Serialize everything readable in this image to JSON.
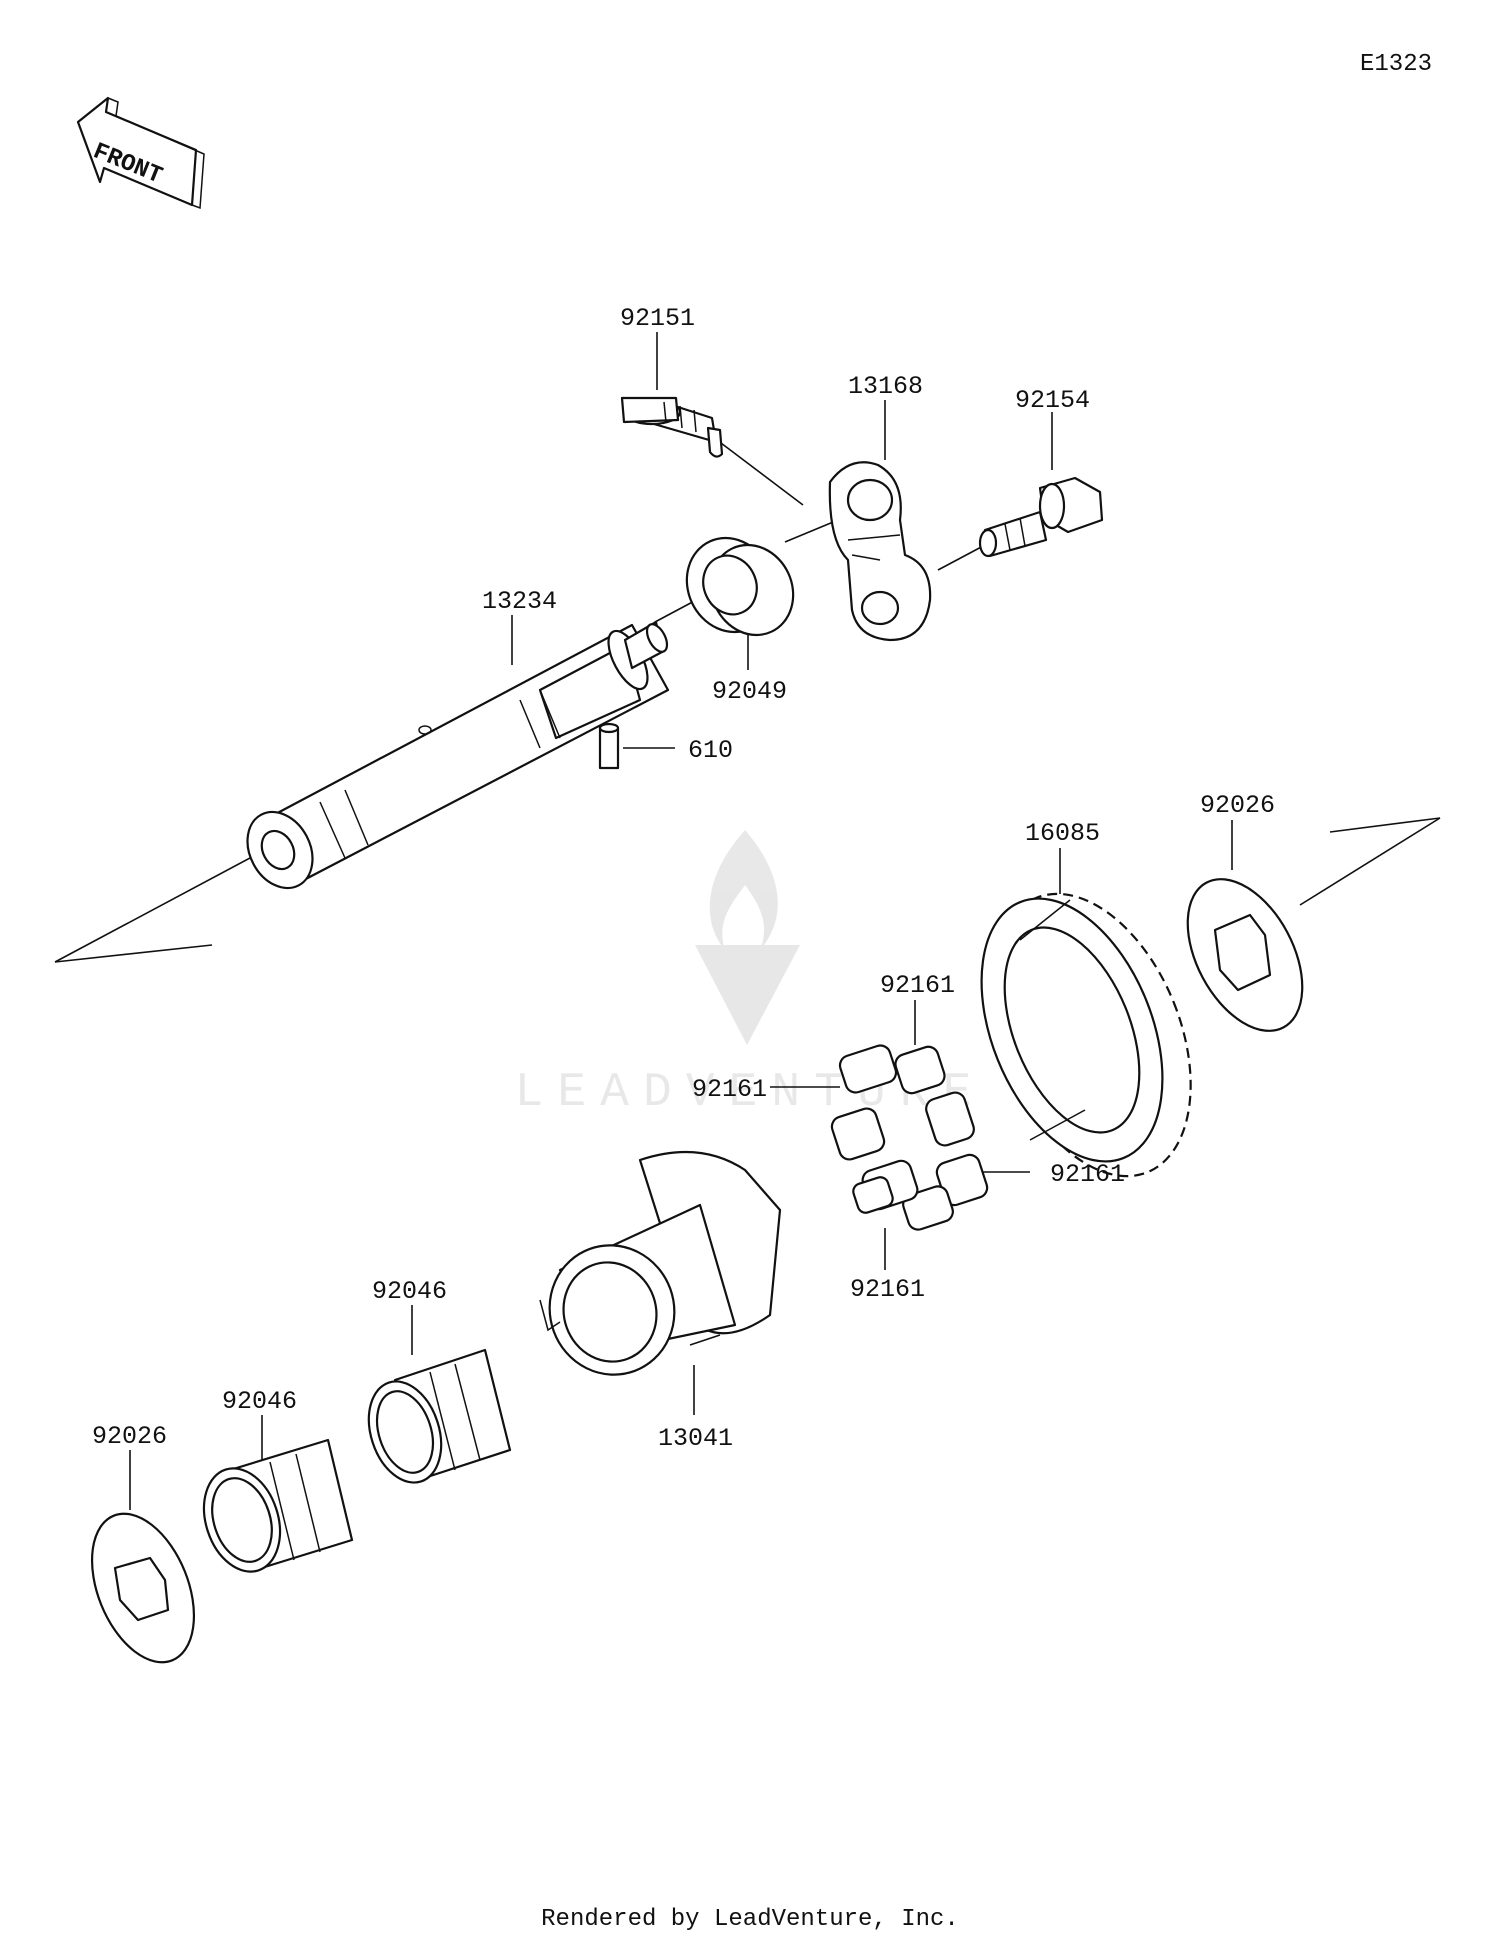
{
  "diagram_id": "E1323",
  "front_arrow_label": "FRONT",
  "watermark": "LEADVENTURE",
  "footer": "Rendered by LeadVenture, Inc.",
  "callouts": [
    {
      "part": "92151"
    },
    {
      "part": "13168"
    },
    {
      "part": "92154"
    },
    {
      "part": "13234"
    },
    {
      "part": "92049"
    },
    {
      "part": "610"
    },
    {
      "part": "16085"
    },
    {
      "part": "92026"
    },
    {
      "part": "92161"
    },
    {
      "part": "92161"
    },
    {
      "part": "92161"
    },
    {
      "part": "92161"
    },
    {
      "part": "92046"
    },
    {
      "part": "92046"
    },
    {
      "part": "13041"
    },
    {
      "part": "92026"
    }
  ]
}
